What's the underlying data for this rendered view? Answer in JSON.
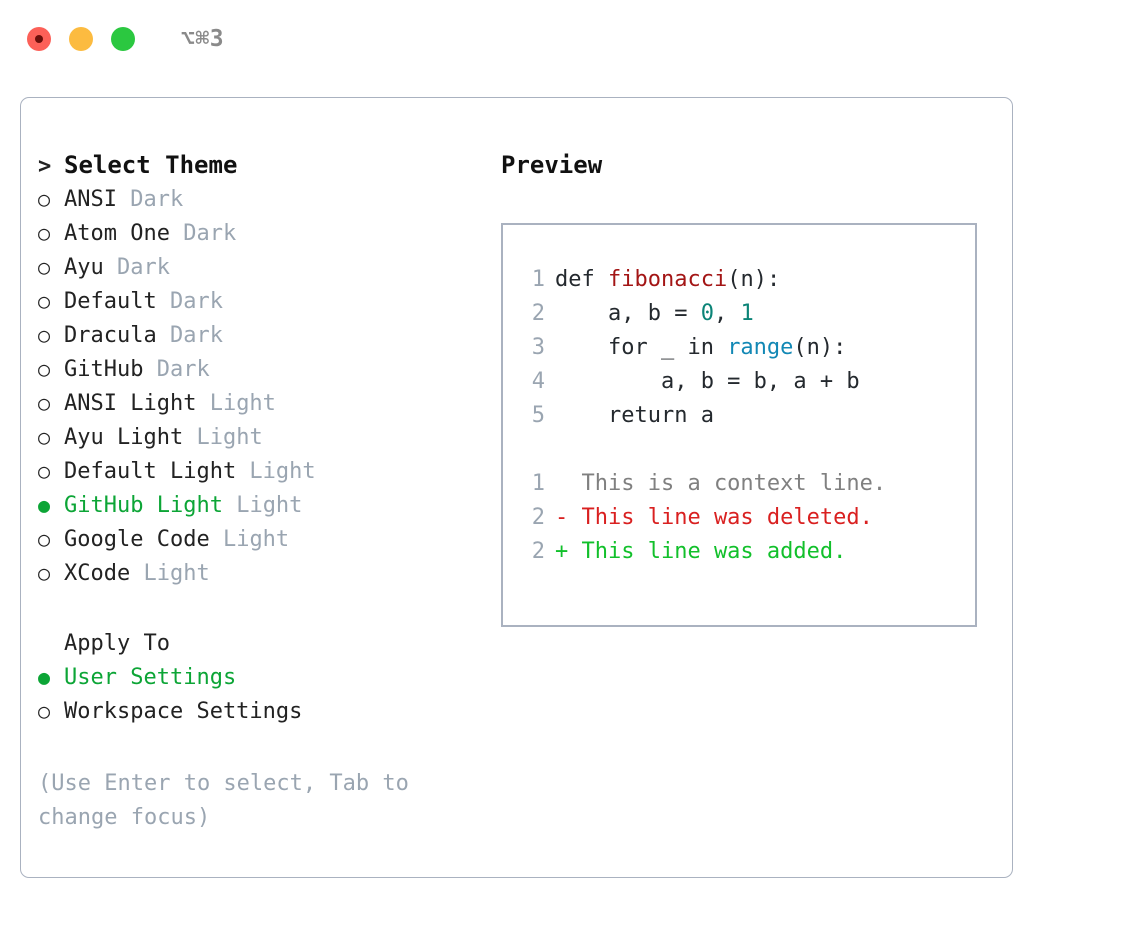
{
  "titlebar": {
    "shortcut": "⌥⌘3",
    "lights": [
      {
        "name": "close",
        "color": "#fc6058"
      },
      {
        "name": "minimize",
        "color": "#fcbb40"
      },
      {
        "name": "maximize",
        "color": "#2bc840"
      }
    ]
  },
  "theme_selector": {
    "header_marker": ">",
    "header": "Select Theme",
    "marker_unselected": "○",
    "marker_selected": "●",
    "items": [
      {
        "name": "ANSI",
        "variant": "Dark",
        "selected": false
      },
      {
        "name": "Atom One",
        "variant": "Dark",
        "selected": false
      },
      {
        "name": "Ayu",
        "variant": "Dark",
        "selected": false
      },
      {
        "name": "Default",
        "variant": "Dark",
        "selected": false
      },
      {
        "name": "Dracula",
        "variant": "Dark",
        "selected": false
      },
      {
        "name": "GitHub",
        "variant": "Dark",
        "selected": false
      },
      {
        "name": "ANSI Light",
        "variant": "Light",
        "selected": false
      },
      {
        "name": "Ayu Light",
        "variant": "Light",
        "selected": false
      },
      {
        "name": "Default Light",
        "variant": "Light",
        "selected": false
      },
      {
        "name": "GitHub Light",
        "variant": "Light",
        "selected": true
      },
      {
        "name": "Google Code",
        "variant": "Light",
        "selected": false
      },
      {
        "name": "XCode",
        "variant": "Light",
        "selected": false
      }
    ]
  },
  "apply_to": {
    "header": "Apply To",
    "items": [
      {
        "name": "User Settings",
        "selected": true
      },
      {
        "name": "Workspace Settings",
        "selected": false
      }
    ]
  },
  "hint": "(Use Enter to select, Tab to change focus)",
  "preview": {
    "title": "Preview",
    "code_lines": [
      {
        "no": "1",
        "tokens": [
          {
            "t": "def ",
            "c": "plain"
          },
          {
            "t": "fibonacci",
            "c": "func"
          },
          {
            "t": "(n):",
            "c": "plain"
          }
        ]
      },
      {
        "no": "2",
        "tokens": [
          {
            "t": "    a, b = ",
            "c": "plain"
          },
          {
            "t": "0",
            "c": "num"
          },
          {
            "t": ", ",
            "c": "plain"
          },
          {
            "t": "1",
            "c": "num"
          }
        ]
      },
      {
        "no": "3",
        "tokens": [
          {
            "t": "    for _ in ",
            "c": "plain"
          },
          {
            "t": "range",
            "c": "builtin"
          },
          {
            "t": "(n):",
            "c": "plain"
          }
        ]
      },
      {
        "no": "4",
        "tokens": [
          {
            "t": "        a, b = b, a + b",
            "c": "plain"
          }
        ]
      },
      {
        "no": "5",
        "tokens": [
          {
            "t": "    return a",
            "c": "plain"
          }
        ]
      }
    ],
    "diff_lines": [
      {
        "no": "1",
        "text": "  This is a context line.",
        "kind": "context"
      },
      {
        "no": "2",
        "text": "- This line was deleted.",
        "kind": "del"
      },
      {
        "no": "2",
        "text": "+ This line was added.",
        "kind": "add"
      }
    ]
  },
  "colors": {
    "selected_green": "#0ca536",
    "muted": "#9aa5b1",
    "border": "#aab2c0",
    "func_red": "#a31515",
    "number_teal": "#0b8477",
    "builtin_blue": "#1288b5",
    "diff_del_red": "#d92020",
    "diff_add_green": "#12c02b"
  }
}
